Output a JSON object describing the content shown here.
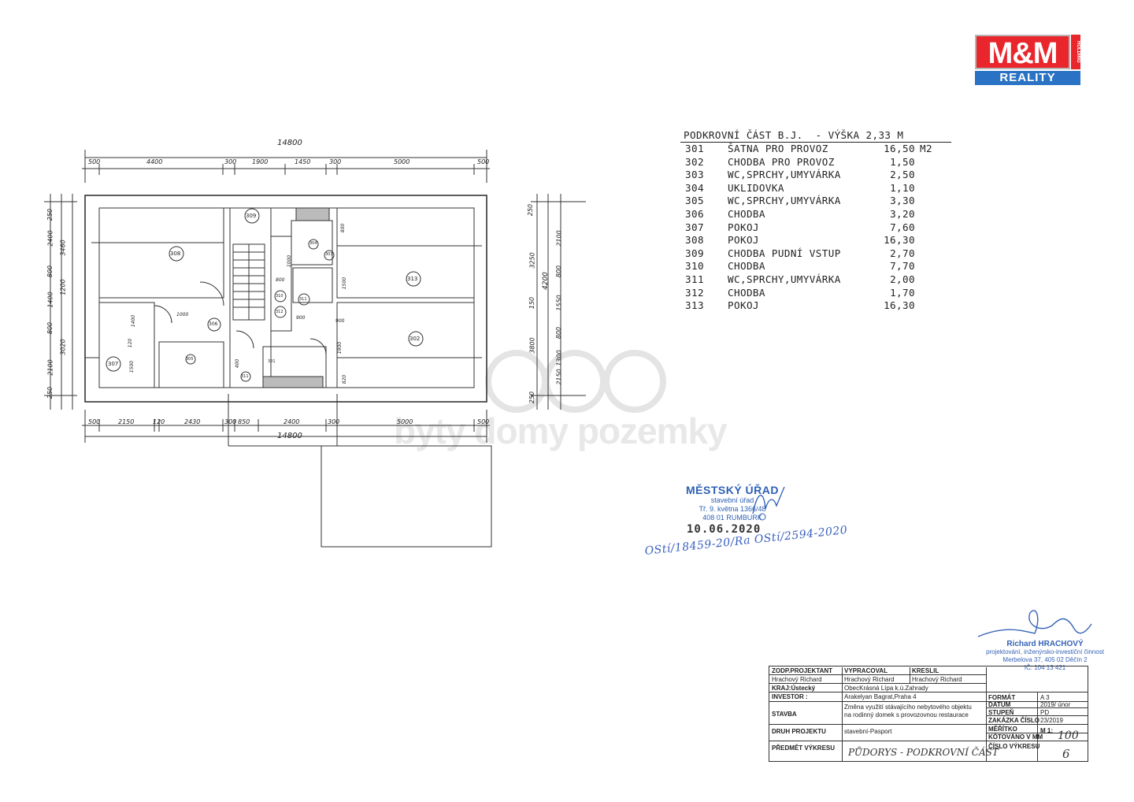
{
  "logo": {
    "top_text": "M&M",
    "side_text": "HOLDING",
    "bottom_text": "REALITY",
    "colors": {
      "red": "#e8262c",
      "blue": "#2a73c4"
    }
  },
  "room_table": {
    "title": "PODKROVNÍ ČÁST B.J.  - VÝŠKA 2,33 M",
    "unit": "M2",
    "rooms": [
      {
        "no": "301",
        "name": "ŠATNA PRO PROVOZ",
        "area": "16,50"
      },
      {
        "no": "302",
        "name": "CHODBA PRO PROVOZ",
        "area": "1,50"
      },
      {
        "no": "303",
        "name": "WC,SPRCHY,UMYVÁRKA",
        "area": "2,50"
      },
      {
        "no": "304",
        "name": "UKLIDOVKA",
        "area": "1,10"
      },
      {
        "no": "305",
        "name": "WC,SPRCHY,UMYVÁRKA",
        "area": "3,30"
      },
      {
        "no": "306",
        "name": "CHODBA",
        "area": "3,20"
      },
      {
        "no": "307",
        "name": "POKOJ",
        "area": "7,60"
      },
      {
        "no": "308",
        "name": "POKOJ",
        "area": "16,30"
      },
      {
        "no": "309",
        "name": "CHODBA PUDNÍ VSTUP",
        "area": "2,70"
      },
      {
        "no": "310",
        "name": "CHODBA",
        "area": "7,70"
      },
      {
        "no": "311",
        "name": "WC,SPRCHY,UMYVÁRKA",
        "area": "2,00"
      },
      {
        "no": "312",
        "name": "CHODBA",
        "area": "1,70"
      },
      {
        "no": "313",
        "name": "POKOJ",
        "area": "16,30"
      }
    ]
  },
  "plan": {
    "top_total": "14800",
    "top_dims": [
      "500",
      "4400",
      "300",
      "1900",
      "1450",
      "300",
      "5000",
      "500"
    ],
    "bottom_total": "14800",
    "bottom_dims": [
      "500",
      "2150",
      "120",
      "2430",
      "300",
      "850",
      "2400",
      "300",
      "5000",
      "500"
    ],
    "left_dims_outer": [
      "250",
      "2400",
      "800",
      "1400",
      "800",
      "2100",
      "250"
    ],
    "left_dims_inner": [
      "3460",
      "1200",
      "3020"
    ],
    "right_dims_outer": [
      "250",
      "3250",
      "150",
      "3800",
      "250"
    ],
    "right_dims_inner": [
      "2100",
      "800",
      "1550",
      "800",
      "1300",
      "2150"
    ],
    "right_total": "4200",
    "room_labels": [
      "308",
      "309",
      "304",
      "303",
      "313",
      "311",
      "310",
      "312",
      "306",
      "305",
      "307",
      "311",
      "302",
      "301"
    ],
    "inner_dims": [
      "800",
      "1000",
      "1400",
      "1000",
      "900",
      "900",
      "1500",
      "800",
      "400",
      "820",
      "1500",
      "120",
      "1900"
    ]
  },
  "watermark": "byty domy pozemky",
  "stamp": {
    "title": "MĚSTSKÝ ÚŘAD",
    "line1": "stavební úřad",
    "line2": "Tř. 9. května 1366/48",
    "line3": "408 01 RUMBURK",
    "date": "10.06.2020",
    "ref": "OStí/18459-20/Ra  OStí/2594-2020"
  },
  "signature": {
    "name": "Richard HRACHOVÝ",
    "line1": "projektování, inženýrsko-investiční činnost",
    "line2": "Merbelova 37, 405 02 Děčín 2",
    "line3": "IČ: 104 13 421"
  },
  "title_block": {
    "zodp_label": "ZODP.PROJEKTANT",
    "zodp_value": "Hrachový Richard",
    "vypracoval_label": "VYPRACOVAL",
    "vypracoval_value": "Hrachový Richard",
    "kreslil_label": "KRESLIL",
    "kreslil_value": "Hrachový Richard",
    "kraj_label": "KRAJ:Ústecký",
    "obec_value": "ObecKrásná Lípa  k.ú.Zahrady",
    "investor_label": "INVESTOR :",
    "investor_value": "Arakelyan  Bagrat,Praha 4",
    "stavba_label": "STAVBA",
    "stavba_value1": "Změna využití stávajícího nebytového objektu",
    "stavba_value2": "na rodinný domek s provozovnou restaurace",
    "druh_label": "DRUH PROJEKTU",
    "druh_value": "stavební-Pasport",
    "predmet_label": "PŘEDMĚT VÝKRESU",
    "predmet_value": "PŮDORYS - PODKROVNÍ ČÁST",
    "format_label": "FORMÁT",
    "format_value": "A 3",
    "datum_label": "DATUM",
    "datum_value": "2019/ únor",
    "stupen_label": "STUPEŇ",
    "stupen_value": "PD",
    "zakazka_label": "ZAKÁZKA ČÍSLO",
    "zakazka_value": "23/2019",
    "meritko_label": "MĚŘÍTKO",
    "kotovano_label": "KÓTOVÁNO V MM",
    "meritko_value": "M 1:",
    "meritko_hand": "100",
    "cislo_label": "ČÍSLO VÝKRESU",
    "cislo_value": "6"
  }
}
